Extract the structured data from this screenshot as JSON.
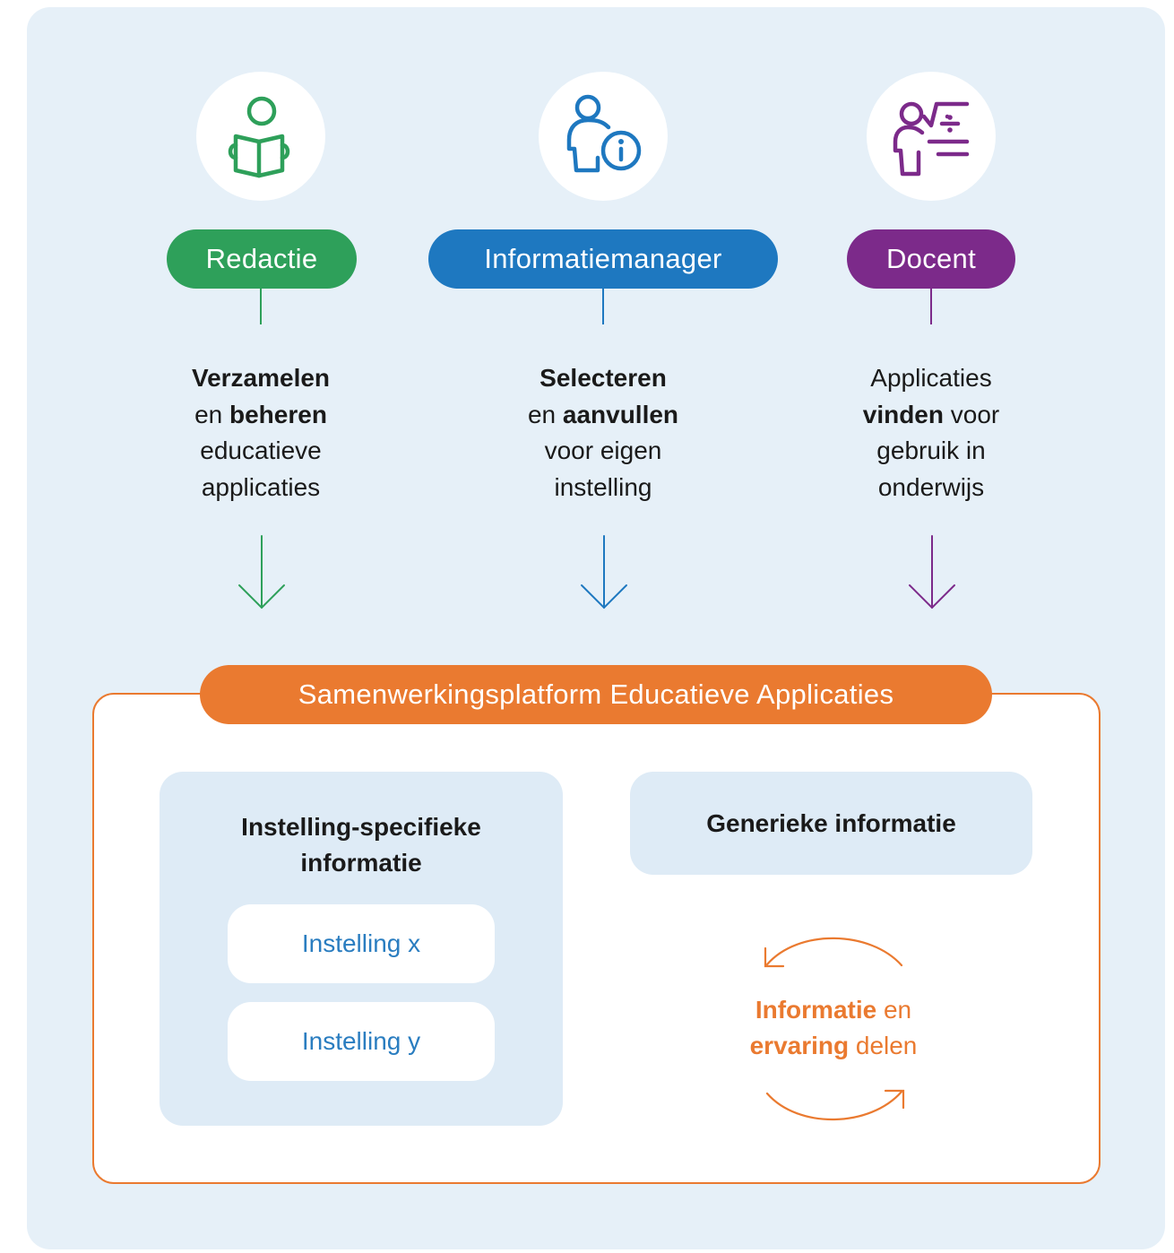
{
  "colors": {
    "panel_bg": "#e6f0f8",
    "green": "#2ea05a",
    "blue": "#1e78c0",
    "purple": "#7c2a8a",
    "orange": "#ea7a30",
    "box_bg": "#deebf6",
    "instelling_text": "#2a7dc0"
  },
  "roles": [
    {
      "icon": "reader-book-icon",
      "label": "Redactie",
      "desc": [
        {
          "bold": "Verzamelen",
          "rest": ""
        },
        {
          "pre": "en ",
          "bold": "beheren",
          "rest": ""
        },
        {
          "plain": "educatieve"
        },
        {
          "plain": "applicaties"
        }
      ]
    },
    {
      "icon": "person-info-icon",
      "label": "Informatiemanager",
      "desc": [
        {
          "bold": "Selecteren",
          "rest": ""
        },
        {
          "pre": "en ",
          "bold": "aanvullen",
          "rest": ""
        },
        {
          "plain": "voor eigen"
        },
        {
          "plain": "instelling"
        }
      ]
    },
    {
      "icon": "teacher-board-icon",
      "label": "Docent",
      "desc": [
        {
          "plain": "Applicaties"
        },
        {
          "pre": "",
          "bold": "vinden",
          "rest": " voor"
        },
        {
          "plain": "gebruik in"
        },
        {
          "plain": "onderwijs"
        }
      ]
    }
  ],
  "platform": {
    "title": "Samenwerkingsplatform Educatieve Applicaties",
    "specific": {
      "title_line1": "Instelling-specifieke",
      "title_line2": "informatie",
      "items": [
        "Instelling x",
        "Instelling y"
      ]
    },
    "generic": {
      "title": "Generieke informatie"
    },
    "share": {
      "line1_bold": "Informatie",
      "line1_rest": " en",
      "line2_bold": "ervaring",
      "line2_rest": " delen"
    }
  }
}
